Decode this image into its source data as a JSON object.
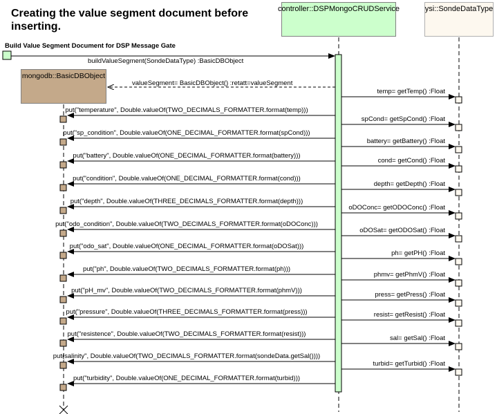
{
  "title": "Creating the value segment document before inserting.",
  "lifelines": {
    "controller": "controller::DSPMongoCRUDService",
    "sonde": "ysi::SondeDataType",
    "dbobject": "mongodb::BasicDBObject"
  },
  "gate_label": "Build Value Segment Document for DSP Message Gate",
  "build_call": "buildValueSegment(SondeDataType) :BasicDBObject",
  "return_label": "valueSegment= BasicDBObject() :retatt=valueSegment",
  "getters": [
    "temp= getTemp() :Float",
    "spCond= getSpCond() :Float",
    "battery= getBattery() :Float",
    "cond= getCond() :Float",
    "depth= getDepth() :Float",
    "oDOConc= getODOConc() :Float",
    "oDOSat= getODOSat() :Float",
    "ph= getPH() :Float",
    "phmv= getPhmV() :Float",
    "press= getPress() :Float",
    "resist= getResist() :Float",
    "sal= getSal() :Float",
    "turbid= getTurbid() :Float"
  ],
  "puts": [
    "put(\"temperature\", Double.valueOf(TWO_DECIMALS_FORMATTER.format(temp)))",
    "put(\"sp_condition\", Double.valueOf(ONE_DECIMAL_FORMATTER.format(spCond)))",
    "put(\"battery\", Double.valueOf(ONE_DECIMAL_FORMATTER.format(battery)))",
    "put(\"condition\", Double.valueOf(ONE_DECIMAL_FORMATTER.format(cond)))",
    "put(\"depth\", Double.valueOf(THREE_DECIMALS_FORMATTER.format(depth)))",
    "put(\"odo_condition\", Double.valueOf(TWO_DECIMALS_FORMATTER.format(oDOConc)))",
    "put(\"odo_sat\", Double.valueOf(ONE_DECIMAL_FORMATTER.format(oDOSat)))",
    "put(\"ph\", Double.valueOf(TWO_DECIMALS_FORMATTER.format(ph)))",
    "put(\"pH_mv\", Double.valueOf(TWO_DECIMALS_FORMATTER.format(phmV)))",
    "put(\"pressure\", Double.valueOf(THREE_DECIMALS_FORMATTER.format(press)))",
    "put(\"resistence\", Double.valueOf(TWO_DECIMALS_FORMATTER.format(resist)))",
    "put(salinity\", Double.valueOf(TWO_DECIMALS_FORMATTER.format(sondeData.getSal())))",
    "put(\"turbidity\", Double.valueOf(ONE_DECIMAL_FORMATTER.format(turbid)))"
  ],
  "colors": {
    "controller_fill": "#ccffcc",
    "sonde_fill": "#fdf8ef",
    "dbobject_fill": "#c4a98a",
    "activation_fill": "#ccffcc",
    "exec_box_fill": "#c4a98a",
    "line": "#000000"
  }
}
